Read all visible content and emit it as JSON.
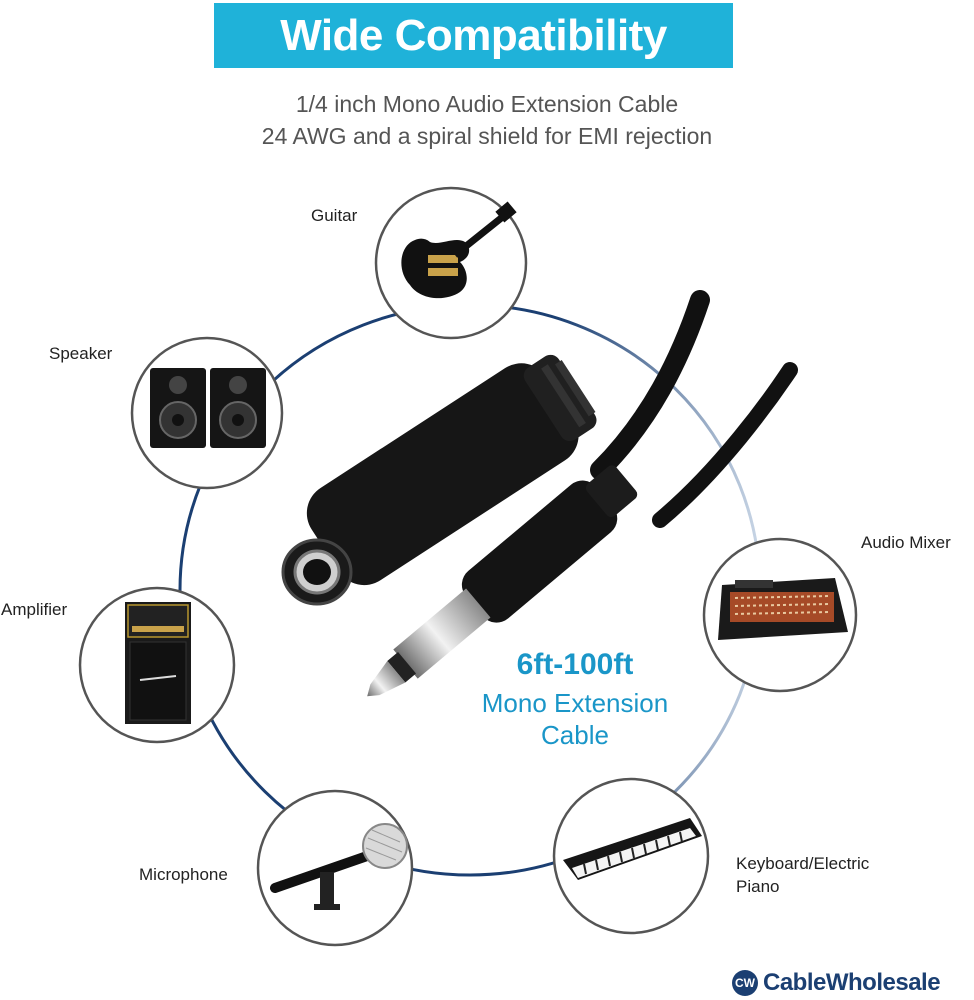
{
  "header": {
    "title": "Wide Compatibility",
    "subtitle_line1": "1/4 inch Mono Audio Extension Cable",
    "subtitle_line2": "24 AWG and a spiral shield for EMI rejection"
  },
  "product": {
    "length_range": "6ft-100ft",
    "name_line1": "Mono Extension",
    "name_line2": "Cable"
  },
  "devices": [
    {
      "label": "Guitar",
      "icon": "guitar-icon"
    },
    {
      "label": "Speaker",
      "icon": "speaker-icon"
    },
    {
      "label": "Amplifier",
      "icon": "amplifier-icon"
    },
    {
      "label": "Microphone",
      "icon": "microphone-icon"
    },
    {
      "label": "Keyboard/Electric",
      "label_line2": "Piano",
      "icon": "keyboard-icon"
    },
    {
      "label": "Audio Mixer",
      "icon": "mixer-icon"
    }
  ],
  "brand": {
    "logo_text": "CW",
    "name": "CableWholesale"
  },
  "colors": {
    "banner": "#1fb2d9",
    "accent_text": "#1a96c8",
    "ring": "#1b3f72",
    "brand": "#1b3f72"
  }
}
